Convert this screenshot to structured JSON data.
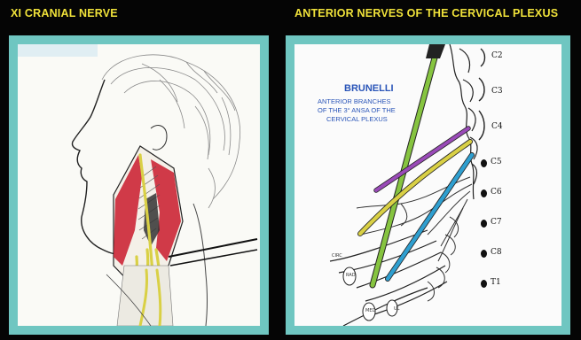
{
  "titles": {
    "left": "XI CRANIAL NERVE",
    "right": "ANTERIOR NERVES OF THE CERVICAL PLEXUS"
  },
  "right_figure": {
    "heading": "BRUNELLI",
    "caption_lines": [
      "ANTERIOR BRANCHES",
      "OF THE 3° ANSA OF THE",
      "CERVICAL PLEXUS"
    ],
    "vertebra_labels": [
      "C2",
      "C3",
      "C4",
      "C5",
      "C6",
      "C7",
      "C8",
      "T1"
    ],
    "handwritten": [
      "CIRC",
      "RAD",
      "MED",
      "UL"
    ]
  },
  "colors": {
    "title": "#f0e23a",
    "frame": "#6fc6c1",
    "annotation": "#2a55b8",
    "nerve_green": "#86c440",
    "nerve_yellow": "#d9d045",
    "nerve_purple": "#9a4bb8",
    "nerve_blue": "#2f9fd0",
    "muscle_red": "#cc2a3a"
  }
}
